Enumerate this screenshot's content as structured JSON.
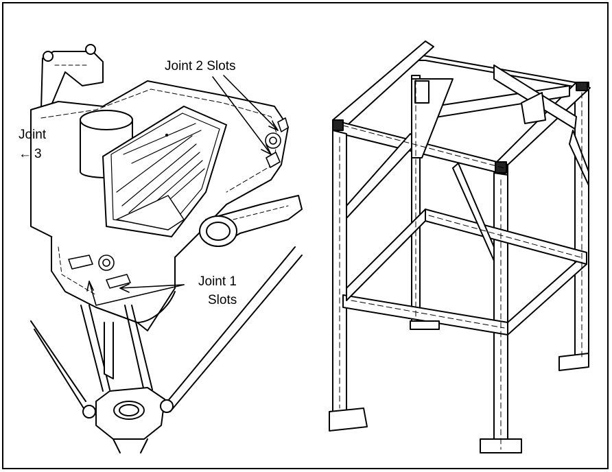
{
  "labels": {
    "joint2": "Joint 2 Slots",
    "joint3_line1": "Joint",
    "joint3_line2": "3",
    "joint3_arrow": "←",
    "joint1_line1": "Joint 1",
    "joint1_line2": "Slots"
  },
  "colors": {
    "line": "#000000",
    "background": "#ffffff"
  }
}
